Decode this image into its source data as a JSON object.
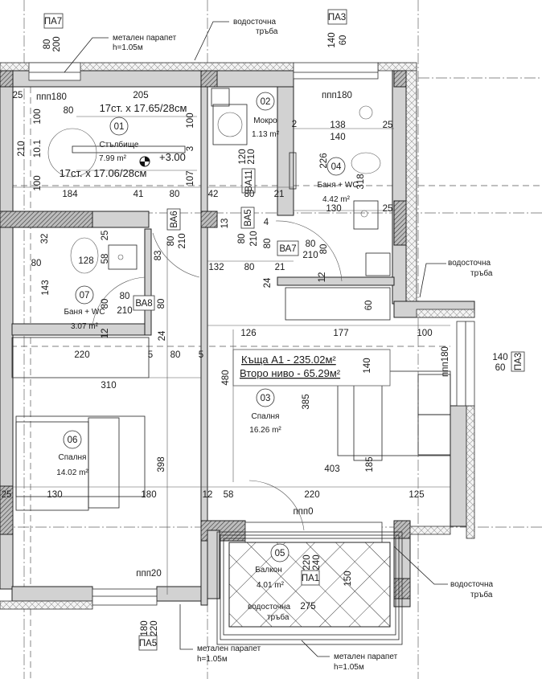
{
  "summary": {
    "house": "Къща А1 - 235.02м²",
    "level": "Второ ниво - 65.29м²"
  },
  "rooms": [
    {
      "num": "01",
      "name": "Стълбище",
      "area": "7.99 m²"
    },
    {
      "num": "02",
      "name": "Мокро",
      "area": "1.13 m²"
    },
    {
      "num": "03",
      "name": "Спалня",
      "area": "16.26 m²"
    },
    {
      "num": "04",
      "name": "Баня + WC",
      "area": "4.42 m²"
    },
    {
      "num": "05",
      "name": "Балкон",
      "area": "4.01 m²"
    },
    {
      "num": "06",
      "name": "Спалня",
      "area": "14.02 m²"
    },
    {
      "num": "07",
      "name": "Баня + WC",
      "area": "3.07 m²"
    }
  ],
  "stairs": {
    "flight_upper": "17ст. x 17.65/28см",
    "flight_lower": "17ст. x 17.06/28см",
    "level_mark": "+3.00"
  },
  "windows": {
    "pa7": "ПА7",
    "pa3_top": "ПА3",
    "pa3_right": "ПА3",
    "pa1": "ПА1",
    "pa5": "ПА5"
  },
  "doors": {
    "ba11": "ВА11",
    "ba6": "ВА6",
    "ba5": "ВА5",
    "ba7": "ВА7",
    "ba8": "ВА8"
  },
  "sills": [
    "ппп180",
    "ппп180",
    "ппп180",
    "ппп0",
    "ппп20"
  ],
  "notes": {
    "parapet_top": {
      "line1": "метален парапет",
      "line2": "h=1.05м"
    },
    "pipe_top": {
      "line1": "водосточна",
      "line2": "тръба"
    },
    "pipe_right": {
      "line1": "водосточна",
      "line2": "тръба"
    },
    "pipe_bottom_right": {
      "line1": "водосточна",
      "line2": "тръба"
    },
    "pipe_balcony": {
      "line1": "водосточна",
      "line2": "тръба"
    },
    "parapet_bottom_left": {
      "line1": "метален парапет",
      "line2": "h=1.05м"
    },
    "parapet_bottom_right": {
      "line1": "метален парапет",
      "line2": "h=1.05м"
    }
  },
  "dims": [
    "80",
    "200",
    "25",
    "205",
    "80",
    "100",
    "210",
    "10.1",
    "100",
    "184",
    "41",
    "80",
    "107",
    "100",
    "3",
    "42",
    "80",
    "21",
    "120",
    "210",
    "2",
    "138",
    "25",
    "140",
    "226",
    "318",
    "130",
    "25",
    "140",
    "60",
    "13",
    "4",
    "80",
    "210",
    "80",
    "80",
    "210",
    "80",
    "80",
    "210",
    "83",
    "132",
    "80",
    "21",
    "24",
    "12",
    "60",
    "32",
    "25",
    "80",
    "128",
    "58",
    "143",
    "80",
    "210",
    "80",
    "80",
    "12",
    "24",
    "220",
    "5",
    "80",
    "5",
    "310",
    "126",
    "177",
    "100",
    "480",
    "140",
    "140",
    "60",
    "385",
    "403",
    "185",
    "398",
    "25",
    "130",
    "180",
    "12",
    "58",
    "220",
    "125",
    "220",
    "240",
    "150",
    "275",
    "180",
    "220"
  ]
}
